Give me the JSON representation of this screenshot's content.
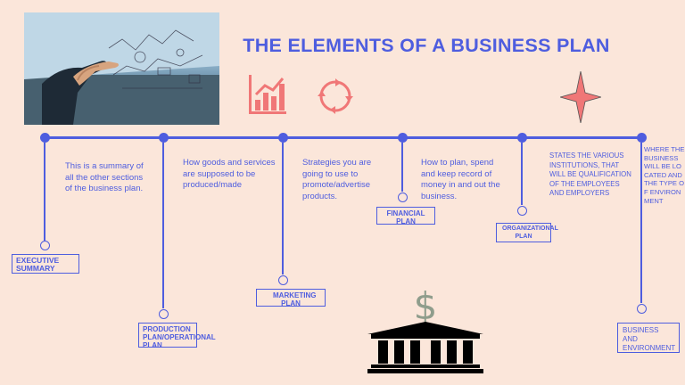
{
  "title": "THE ELEMENTS OF A BUSINESS PLAN",
  "colors": {
    "background": "#fbe6da",
    "accent": "#4e5ddf",
    "icon": "#f07777",
    "bank": "#000000",
    "dollar": "#8f9d8c"
  },
  "icons": [
    "chart-icon",
    "cycle-arrows-icon",
    "compass-star-icon",
    "dollar-icon",
    "bank-icon"
  ],
  "elements": [
    {
      "label": "EXECUTIVE SUMMARY",
      "description": "This is a summary of all the other sections of the business plan."
    },
    {
      "label": "PRODUCTION PLAN/OPERATIONAL PLAN",
      "description": "How goods and services are supposed to be produced/made"
    },
    {
      "label": "MARKETING PLAN",
      "description": "Strategies you are going to use to promote/advertise products."
    },
    {
      "label": "FINANCIAL PLAN",
      "description": "How to plan, spend and keep record of money in and out the business."
    },
    {
      "label": "ORGANIZATIONAL PLAN",
      "description": "STATES THE VARIOUS INSTITUTIONS, THAT WILL BE QUALIFICATION OF THE EMPLOYEES AND EMPLOYERS"
    },
    {
      "label": "BUSINESS AND ENVIRONMENT",
      "description": "WHERE THE BUSINESS WILL BE LOCATED AND THE TYPE OF ENVIRONMENT"
    }
  ]
}
